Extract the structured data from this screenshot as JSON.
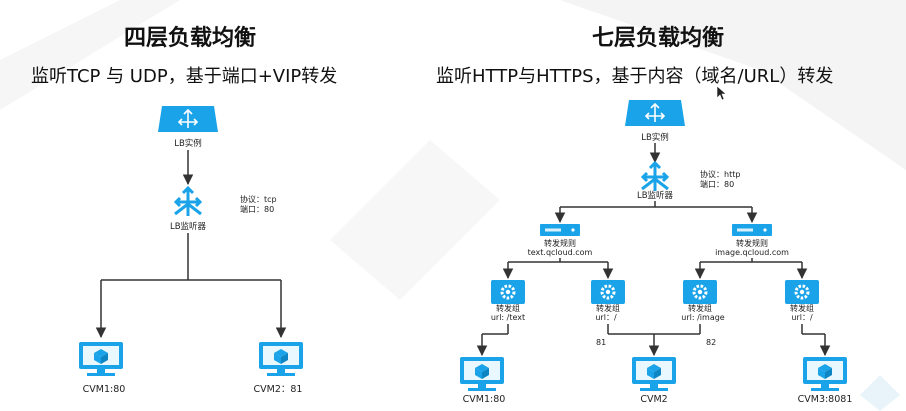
{
  "left": {
    "title": "四层负载均衡",
    "subtitle": "监听TCP 与 UDP，基于端口+VIP转发",
    "lb_instance_label": "LB实例",
    "listener_label": "LB监听器",
    "protocol_label": "协议：tcp",
    "port_label": "端口：80",
    "vms": [
      {
        "label": "CVM1:80"
      },
      {
        "label": "CVM2：81"
      }
    ]
  },
  "right": {
    "title": "七层负载均衡",
    "subtitle": "监听HTTP与HTTPS，基于内容（域名/URL）转发",
    "lb_instance_label": "LB实例",
    "listener_label": "LB监听器",
    "protocol_label": "协议：http",
    "port_label": "端口：80",
    "rules": [
      {
        "label": "转发规则",
        "domain": "text.qcloud.com"
      },
      {
        "label": "转发规则",
        "domain": "image.qcloud.com"
      }
    ],
    "groups": [
      {
        "label": "转发组",
        "url": "url: /text"
      },
      {
        "label": "转发组",
        "url": "url：/"
      },
      {
        "label": "转发组",
        "url": "url: /image"
      },
      {
        "label": "转发组",
        "url": "url：/"
      }
    ],
    "port_81": "81",
    "port_82": "82",
    "vms": [
      {
        "label": "CVM1:80"
      },
      {
        "label": "CVM2"
      },
      {
        "label": "CVM3:8081"
      }
    ]
  },
  "colors": {
    "accent": "#1aa3e8",
    "line": "#333333",
    "text": "#111111"
  }
}
